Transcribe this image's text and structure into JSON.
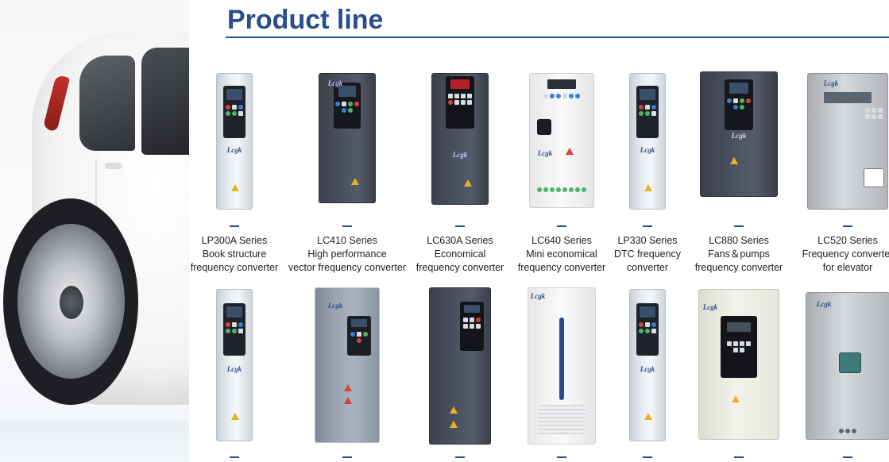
{
  "header": {
    "title": "Product line"
  },
  "logo_text": "Lcgk",
  "products_row1": [
    {
      "lines": [
        "LP300A Series",
        "Book structure",
        "frequency converter"
      ]
    },
    {
      "lines": [
        "LC410 Series",
        "High performance",
        "vector frequency converter"
      ]
    },
    {
      "lines": [
        "LC630A Series",
        "Economical",
        "frequency converter"
      ]
    },
    {
      "lines": [
        "LC640  Series",
        "Mini economical",
        "frequency converter"
      ]
    },
    {
      "lines": [
        "LP330  Series",
        "DTC frequency",
        "converter"
      ]
    },
    {
      "lines": [
        "LC880  Series",
        "Fans＆pumps",
        "frequency converter"
      ]
    },
    {
      "lines": [
        "LC520 Series",
        "Frequency converter",
        "for elevator"
      ]
    }
  ],
  "colors": {
    "brand_blue": "#2b4c8c",
    "text": "#1f1f1f"
  }
}
